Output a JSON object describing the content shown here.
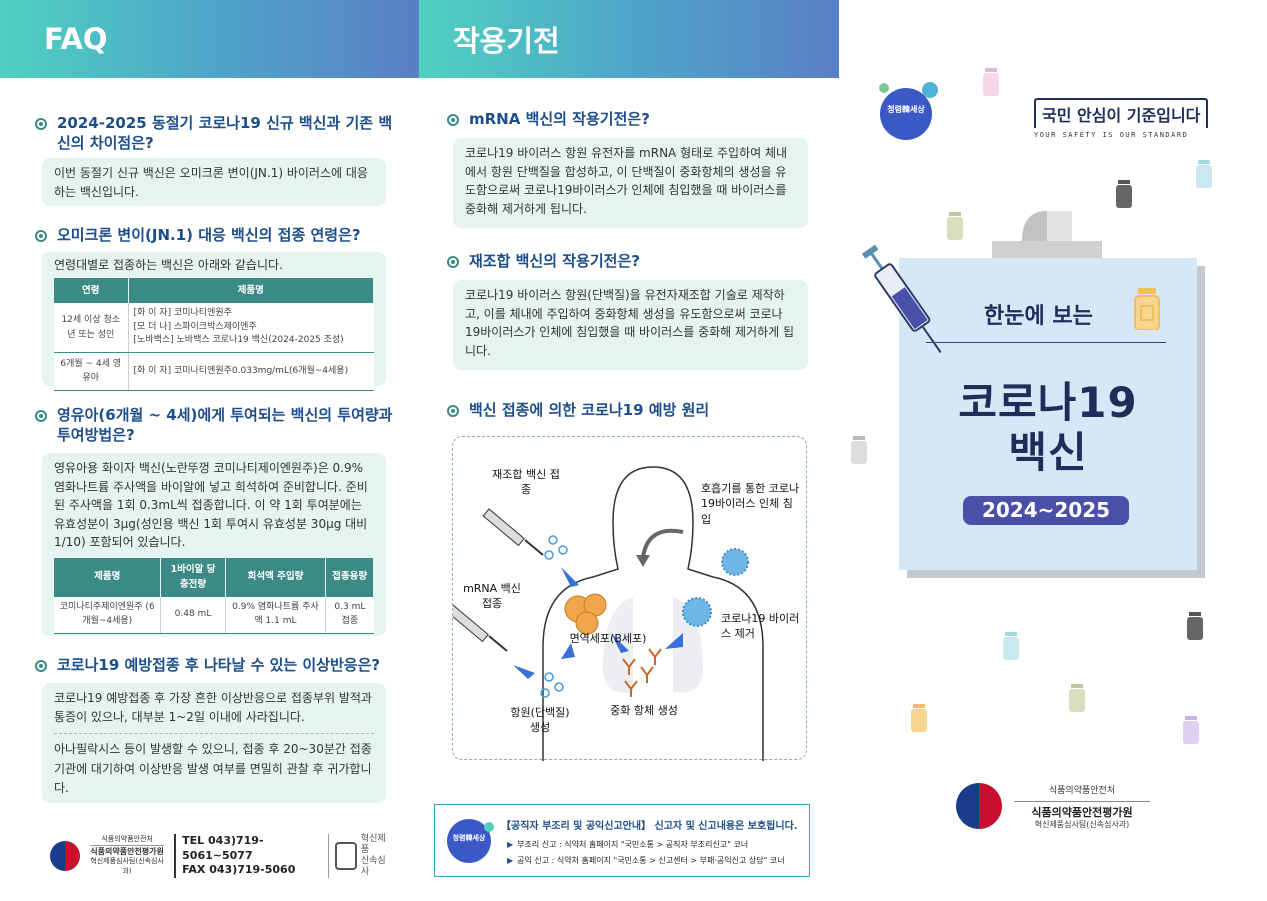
{
  "faq": {
    "header": "FAQ",
    "q1": {
      "question": "2024-2025 동절기 코로나19 신규 백신과 기존 백신의 차이점은?",
      "answer": "이번 동절기 신규 백신은 오미크론 변이(JN.1) 바이러스에 대응하는 백신입니다."
    },
    "q2": {
      "question": "오미크론 변이(JN.1) 대응 백신의 접종 연령은?",
      "intro": "연령대별로 접종하는 백신은 아래와 같습니다.",
      "headers": [
        "연령",
        "제품명"
      ],
      "rows": [
        {
          "age": "12세 이상 청소년 또는 성인",
          "products": [
            "[화 이 자] 코미나티엔원주",
            "[모 더 나] 스파이크박스제이엔주",
            "[노바백스] 노바백스 코로나19 백신(2024-2025 조성)"
          ]
        },
        {
          "age": "6개월 ~ 4세 영유아",
          "products": [
            "[화 이 자] 코미나티엔원주0.033mg/mL(6개월~4세용)"
          ]
        }
      ]
    },
    "q3": {
      "question": "영유아(6개월 ~ 4세)에게 투여되는 백신의 투여량과 투여방법은?",
      "answer": "영유아용 화이자 백신(노란뚜껑 코미나티제이엔원주)은 0.9% 염화나트륨 주사액을 바이알에 넣고 희석하여 준비합니다. 준비된 주사액을 1회 0.3mL씩 접종합니다. 이 약 1회 투여분에는 유효성분이 3μg(성인용 백신 1회 투여시 유효성분 30μg 대비 1/10) 포함되어 있습니다.",
      "headers": [
        "제품명",
        "1바이알 당 충전량",
        "희석액 주입량",
        "접종용량"
      ],
      "row": [
        "코미나티주제이엔원주 (6개월~4세용)",
        "0.48 mL",
        "0.9% 염화나트륨 주사액 1.1 mL",
        "0.3 mL 접종"
      ]
    },
    "q4": {
      "question": "코로나19 예방접종 후 나타날 수 있는 이상반응은?",
      "answer1": "코로나19 예방접종 후 가장 흔한 이상반응으로 접종부위 발적과 통증이 있으나, 대부분 1~2일 이내에 사라집니다.",
      "answer2": "아나필락시스 등이 발생할 수 있으니, 접종 후 20~30분간 접종기관에 대기하여 이상반응 발생 여부를 면밀히 관찰 후 귀가합니다."
    },
    "footer": {
      "org1": "식품의약품안전처",
      "org2": "식품의약품안전평가원",
      "org3": "혁신제품심사팀(신속심사과)",
      "tel": "TEL  043)719-5061~5077",
      "fax": "FAX  043)719-5060",
      "logo_text1": "혁신제품",
      "logo_text2": "신속심사"
    }
  },
  "mechanism": {
    "header": "작용기전",
    "q1": {
      "question": "mRNA 백신의 작용기전은?",
      "answer": "코로나19 바이러스 항원 유전자를 mRNA 형태로 주입하여 체내에서 항원 단백질을 합성하고, 이 단백질이 중화항체의 생성을 유도함으로써 코로나19바이러스가 인체에 침입했을 때 바이러스를 중화해 제거하게 됩니다."
    },
    "q2": {
      "question": "재조합 백신의 작용기전은?",
      "answer": "코로나19 바이러스 항원(단백질)을 유전자재조합 기술로 제작하고, 이를 체내에 주입하여 중화항체 생성을 유도함으로써 코로나19바이러스가 인체에 침입했을 때 바이러스를 중화해 제거하게 됩니다."
    },
    "q3": {
      "question": "백신 접종에 의한 코로나19 예방 원리"
    },
    "diagram": {
      "recombinant": "재조합 백신 접종",
      "respiratory": "호흡기를 통한 코로나19바이러스 인체 침입",
      "mrna": "mRNA 백신 접종",
      "bcell": "면역세포(B세포)",
      "removal": "코로나19 바이러스 제거",
      "antigen": "항원(단백질) 생성",
      "antibody": "중화 항체 생성"
    },
    "report": {
      "title": "【공직자 부조리 및 공익신고안내】 신고자 및 신고내용은 보호됩니다.",
      "line1": "부조리 신고 : 식약처 홈페이지 \"국민소통 > 공직자 부조리신고\" 코너",
      "line2": "공익 신고 : 식약처 홈페이지 \"국민소통 > 신고센터 > 부패·공익신고 상담\" 코너",
      "badge": "청렴韓세상"
    }
  },
  "cover": {
    "badge": "청렴韓세상",
    "slogan_pre": "국민 ",
    "slogan_bold1": "안심",
    "slogan_mid": "이 ",
    "slogan_bold2": "기준",
    "slogan_post": "입니다",
    "slogan_eng": "YOUR SAFETY IS OUR STANDARD",
    "subtitle": "한눈에 보는",
    "title_line1": "코로나19",
    "title_line2": "백신",
    "year": "2024~2025",
    "org1": "식품의약품안전처",
    "org2": "식품의약품안전평가원",
    "org3": "혁신제품심사팀(신속심사과)"
  },
  "colors": {
    "navy": "#1e2d5a",
    "teal": "#3b8a86",
    "mint_bg": "#e5f4f0",
    "purple_badge": "#4a4fa8",
    "card_bg": "#d6e8f7"
  }
}
